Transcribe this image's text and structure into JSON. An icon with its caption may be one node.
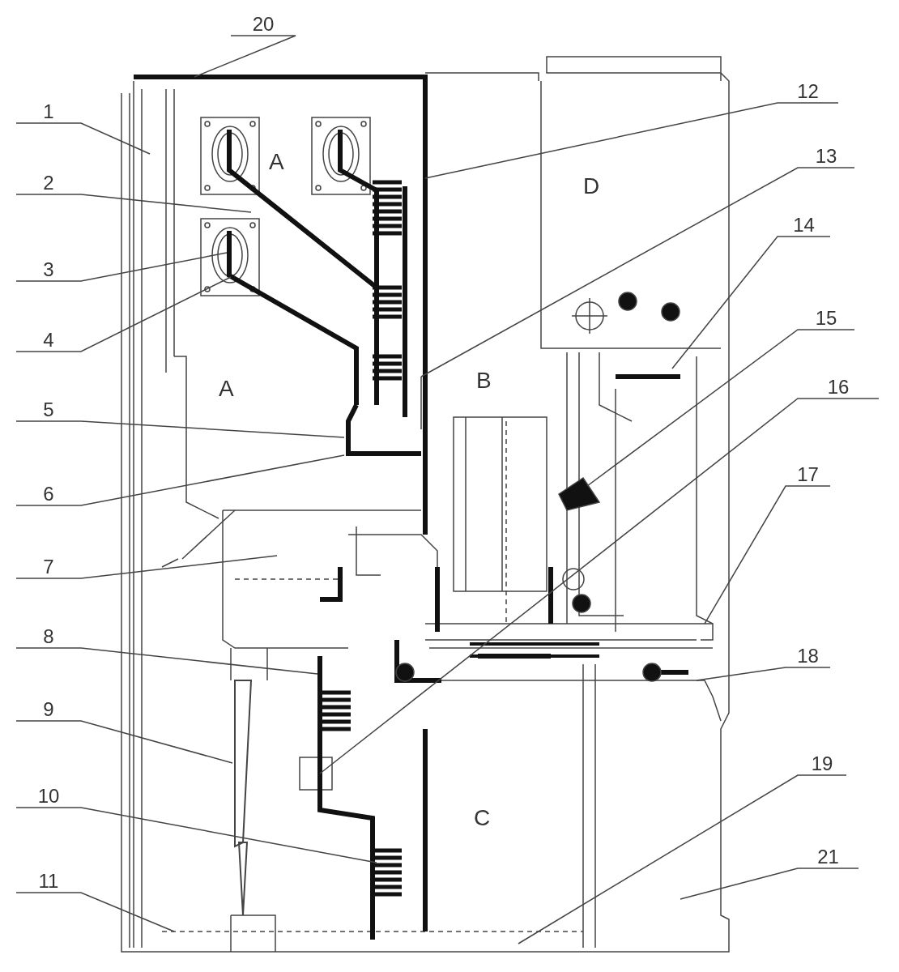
{
  "diagram": {
    "nodes": [
      {
        "text": [
          "1"
        ]
      },
      {
        "text": [
          "2"
        ]
      },
      {
        "text": [
          "3"
        ]
      },
      {
        "text": [
          "4"
        ]
      },
      {
        "text": [
          "5"
        ]
      },
      {
        "text": [
          "6"
        ]
      },
      {
        "text": [
          "7"
        ]
      },
      {
        "text": [
          "8"
        ]
      },
      {
        "text": [
          "9"
        ]
      },
      {
        "text": [
          "10"
        ]
      },
      {
        "text": [
          "11"
        ]
      },
      {
        "text": [
          "12"
        ]
      },
      {
        "text": [
          "13"
        ]
      },
      {
        "text": [
          "14"
        ]
      },
      {
        "text": [
          "15"
        ]
      },
      {
        "text": [
          "16"
        ]
      },
      {
        "text": [
          "17"
        ]
      },
      {
        "text": [
          "18"
        ]
      },
      {
        "text": [
          "19"
        ]
      },
      {
        "text": [
          "20"
        ]
      },
      {
        "text": [
          "21"
        ]
      }
    ],
    "edges": [
      {
        "from": 0,
        "to": null,
        "arrow": "none"
      },
      {
        "from": 1,
        "to": null,
        "arrow": "none"
      },
      {
        "from": 2,
        "to": null,
        "arrow": "none"
      },
      {
        "from": 3,
        "to": null,
        "arrow": "none"
      },
      {
        "from": 4,
        "to": null,
        "arrow": "none"
      },
      {
        "from": 5,
        "to": null,
        "arrow": "none"
      },
      {
        "from": 6,
        "to": null,
        "arrow": "none"
      },
      {
        "from": 7,
        "to": null,
        "arrow": "none"
      },
      {
        "from": 8,
        "to": null,
        "arrow": "none"
      },
      {
        "from": 9,
        "to": null,
        "arrow": "none"
      },
      {
        "from": 10,
        "to": null,
        "arrow": "none"
      },
      {
        "from": 11,
        "to": null,
        "arrow": "none"
      },
      {
        "from": 12,
        "to": null,
        "arrow": "none"
      },
      {
        "from": 13,
        "to": null,
        "arrow": "none"
      },
      {
        "from": 14,
        "to": null,
        "arrow": "none"
      },
      {
        "from": 15,
        "to": null,
        "arrow": "none"
      },
      {
        "from": 16,
        "to": null,
        "arrow": "none"
      },
      {
        "from": 17,
        "to": null,
        "arrow": "none"
      },
      {
        "from": 18,
        "to": null,
        "arrow": "none"
      },
      {
        "from": 19,
        "to": null,
        "arrow": "none"
      },
      {
        "from": 20,
        "to": null,
        "arrow": "none"
      }
    ],
    "labels": [
      "A",
      "D",
      "A",
      "B",
      "C"
    ]
  }
}
